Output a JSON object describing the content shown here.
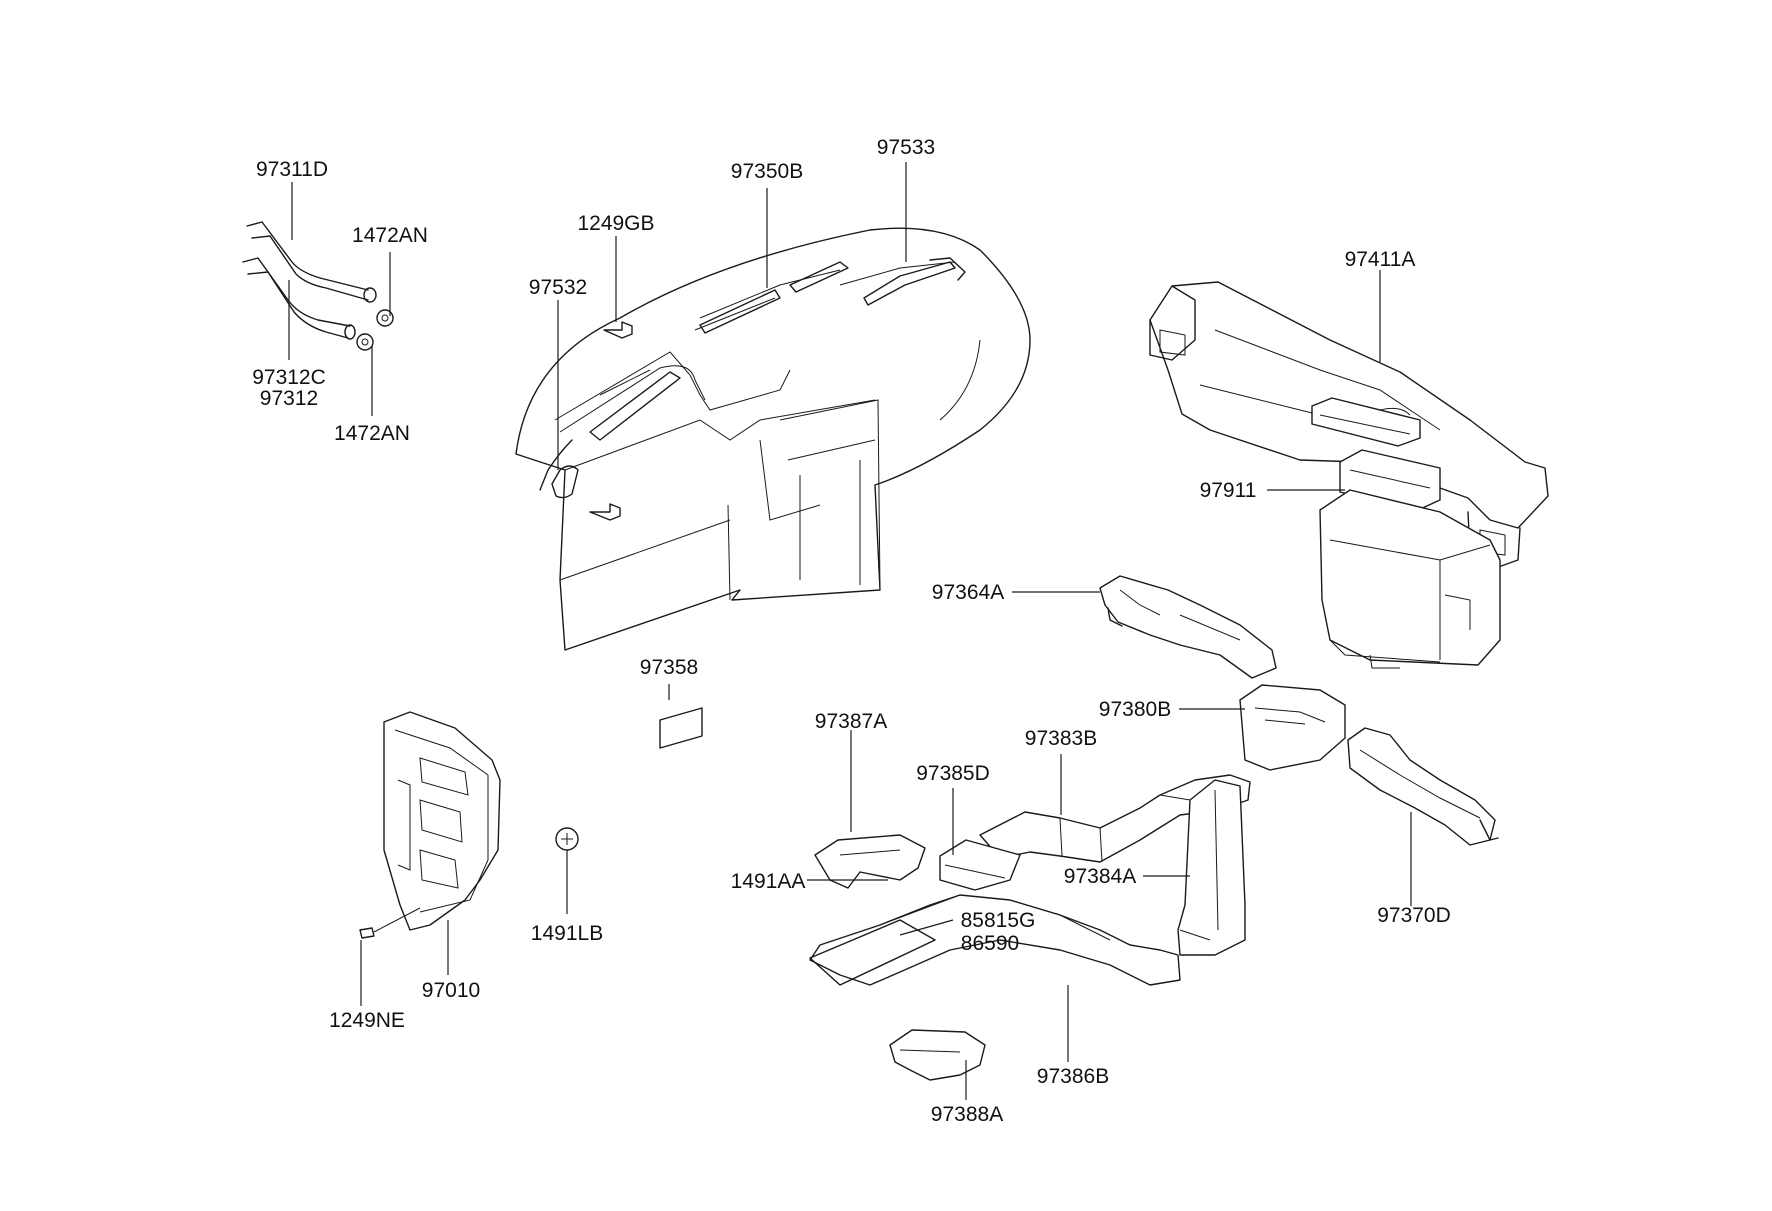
{
  "part_labels": {
    "p97311D": "97311D",
    "p1472AN_top": "1472AN",
    "p97312C": "97312C",
    "p97312": "97312",
    "p1472AN_bottom": "1472AN",
    "p1249GB": "1249GB",
    "p97350B": "97350B",
    "p97533": "97533",
    "p97532": "97532",
    "p97411A": "97411A",
    "p97911": "97911",
    "p97364A": "97364A",
    "p97358": "97358",
    "p97380B": "97380B",
    "p97387A": "97387A",
    "p97383B": "97383B",
    "p97385D": "97385D",
    "p97384A": "97384A",
    "p1491AA": "1491AA",
    "p85815G": "85815G",
    "p86590": "86590",
    "p97370D": "97370D",
    "p97386B": "97386B",
    "p97388A": "97388A",
    "p1491LB": "1491LB",
    "p97010": "97010",
    "p1249NE": "1249NE"
  },
  "colors": {
    "line": "#1a1a1a",
    "background": "#ffffff"
  }
}
